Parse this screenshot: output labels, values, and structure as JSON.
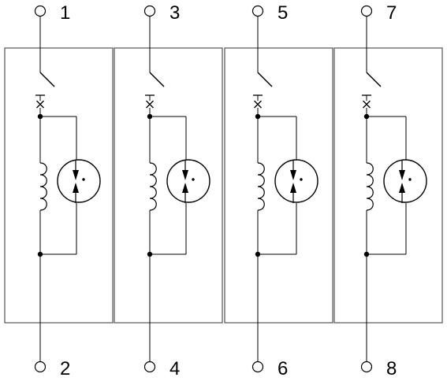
{
  "diagram": {
    "poles": [
      {
        "top_terminal": "1",
        "bottom_terminal": "2"
      },
      {
        "top_terminal": "3",
        "bottom_terminal": "4"
      },
      {
        "top_terminal": "5",
        "bottom_terminal": "6"
      },
      {
        "top_terminal": "7",
        "bottom_terminal": "8"
      }
    ],
    "colors": {
      "line": "#000000",
      "background": "#ffffff",
      "module_outline": "#555555"
    }
  }
}
